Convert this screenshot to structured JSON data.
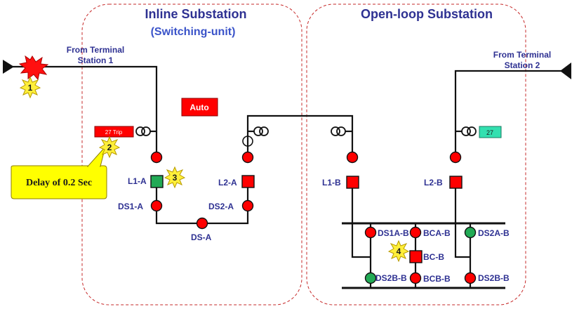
{
  "zones": {
    "inline": {
      "title": "Inline Substation",
      "subtitle": "(Switching-unit)"
    },
    "openloop": {
      "title": "Open-loop Substation"
    }
  },
  "feeds": {
    "terminal1": {
      "line1": "From Terminal",
      "line2": "Station 1"
    },
    "terminal2": {
      "line1": "From Terminal",
      "line2": "Station 2"
    }
  },
  "relays": {
    "trip27": {
      "label": "27 Trip",
      "color": "#ff0000"
    },
    "auto": {
      "label": "Auto",
      "color": "#ff0000"
    },
    "relay27": {
      "label": "27",
      "color": "#33e0b0"
    }
  },
  "callout": {
    "text": "Delay of 0.2 Sec",
    "color": "#ffff00"
  },
  "devices": {
    "L1-A": "L1-A",
    "L2-A": "L2-A",
    "DS1-A": "DS1-A",
    "DS2-A": "DS2-A",
    "DS-A": "DS-A",
    "L1-B": "L1-B",
    "L2-B": "L2-B",
    "DS1A-B": "DS1A-B",
    "BCA-B": "BCA-B",
    "DS2A-B": "DS2A-B",
    "BC-B": "BC-B",
    "DS2B-B-left": "DS2B-B",
    "BCB-B": "BCB-B",
    "DS2B-B-right": "DS2B-B"
  },
  "states": {
    "closed": "#ff0000",
    "open": "#22aa55"
  },
  "markers": [
    "1",
    "2",
    "3",
    "4"
  ]
}
